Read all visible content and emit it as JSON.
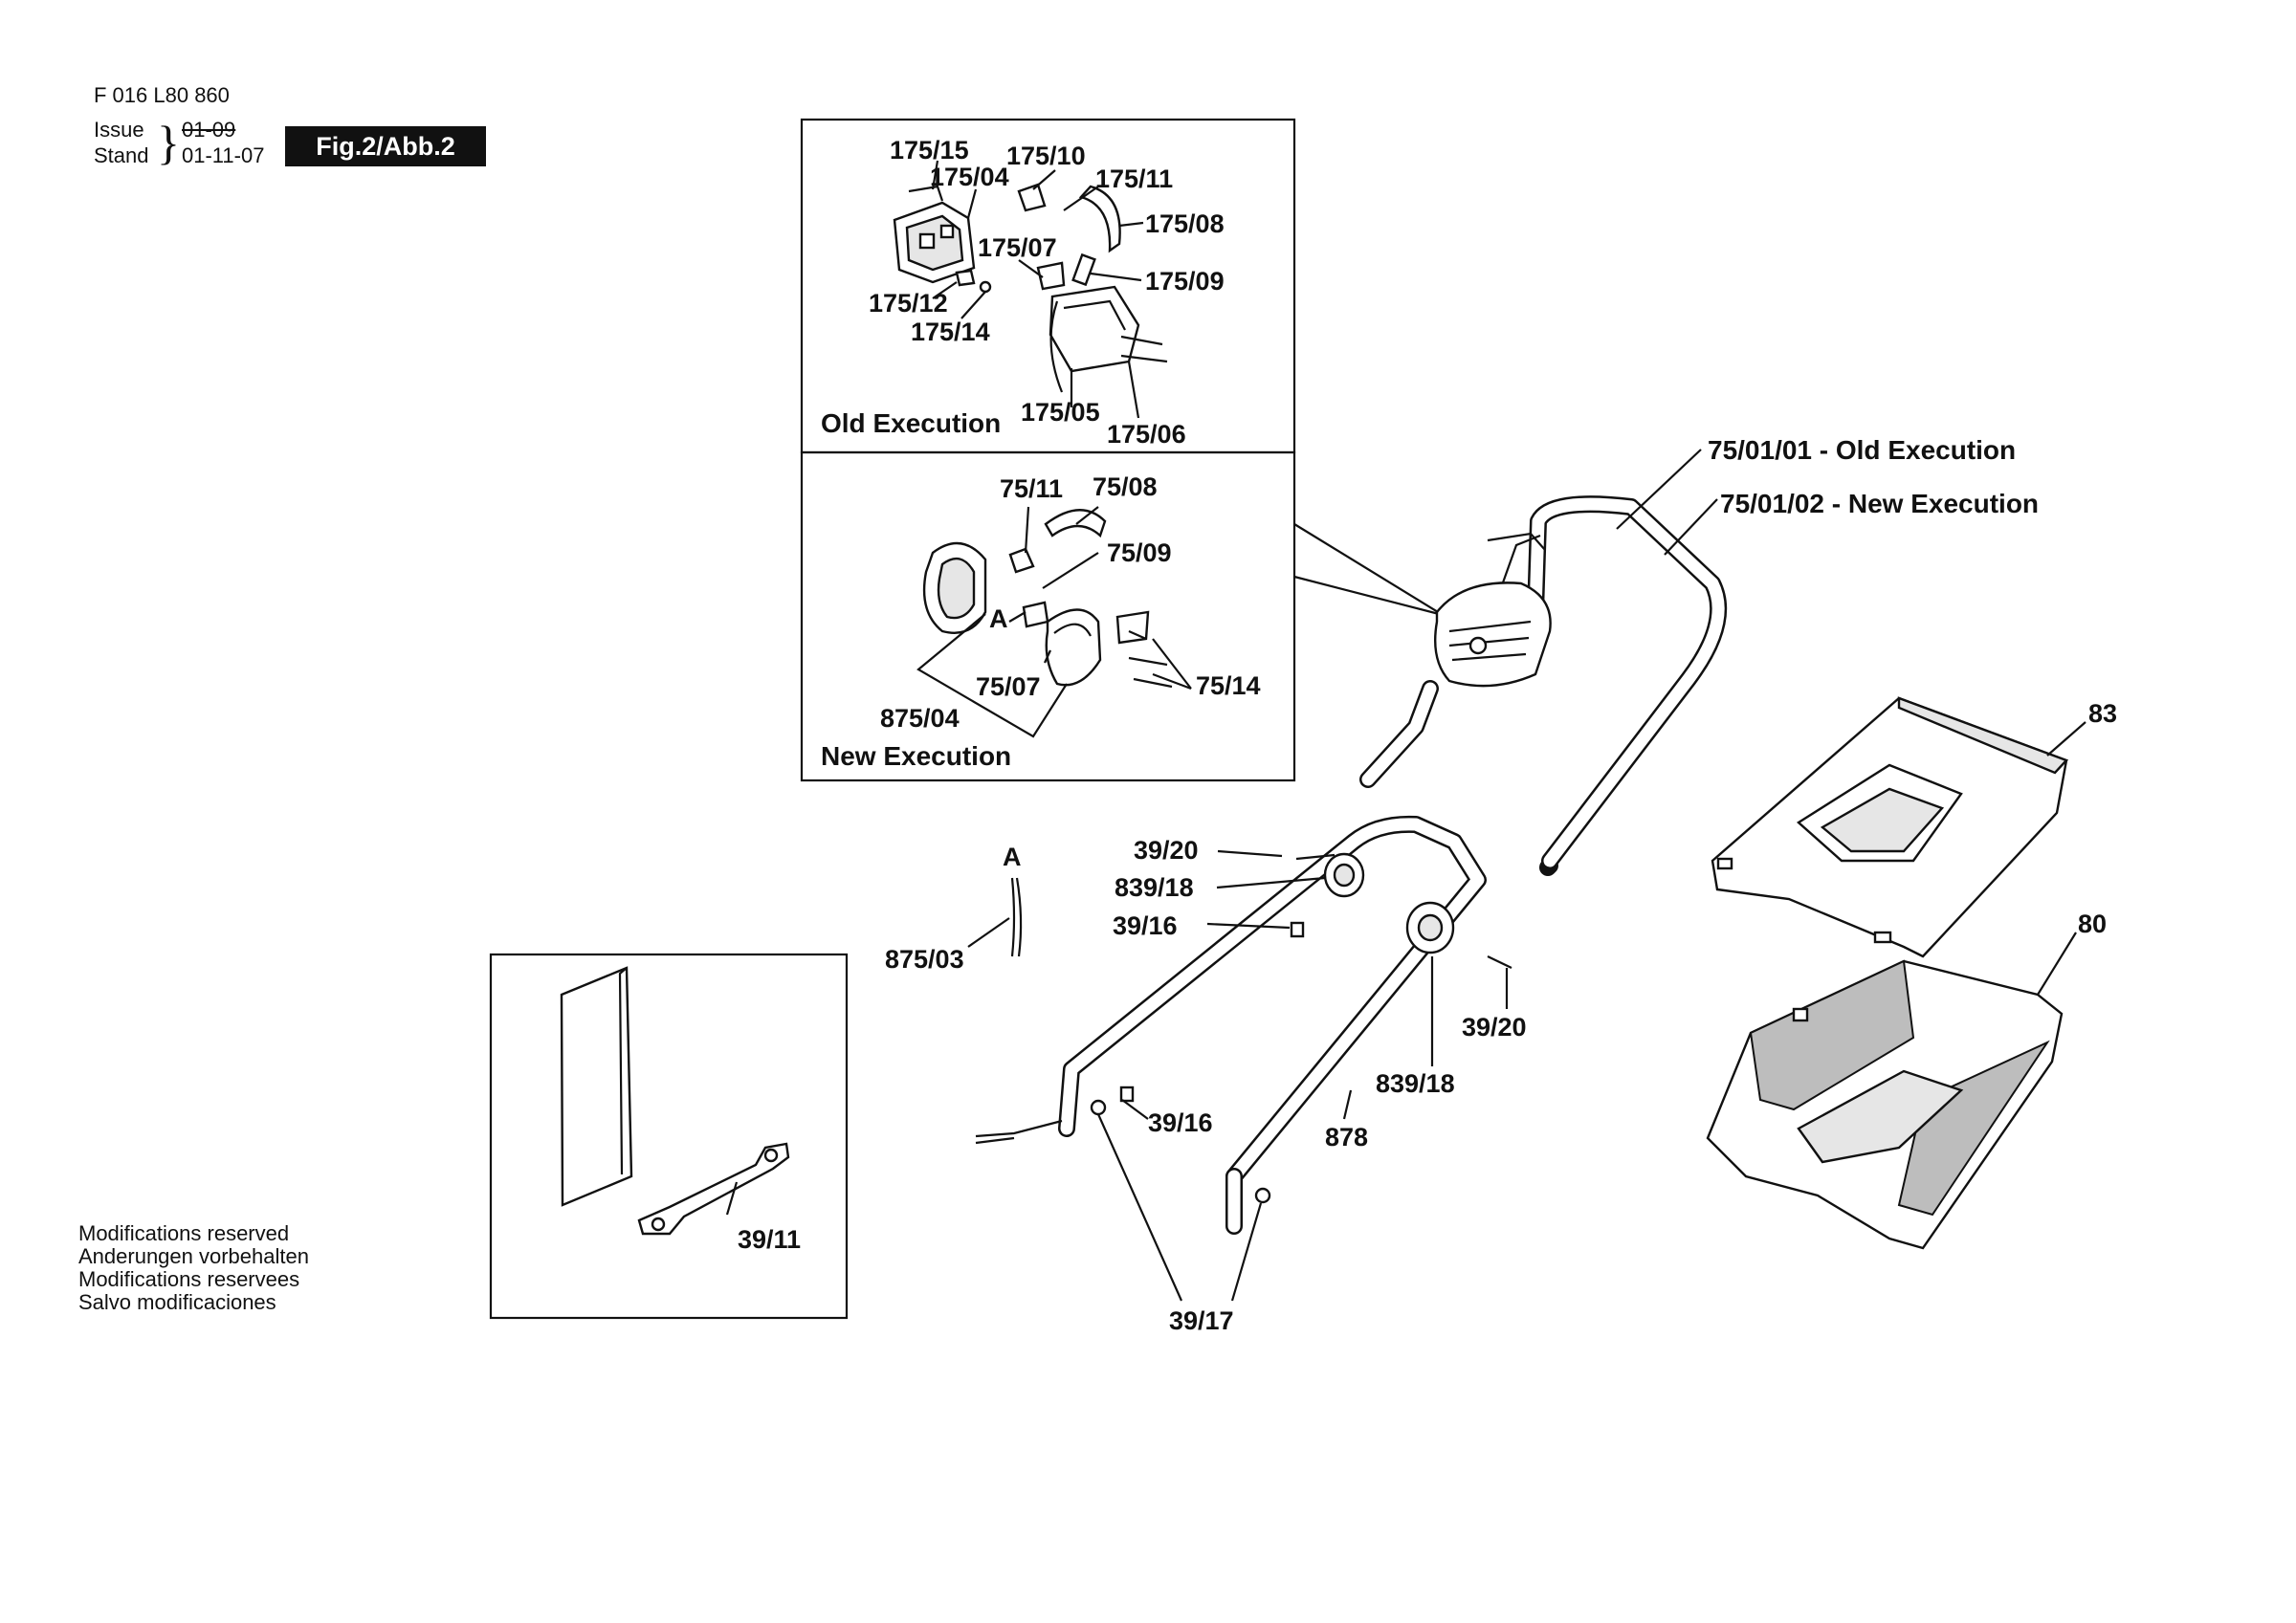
{
  "header": {
    "part_number": "F 016 L80 860",
    "issue_label": "Issue",
    "stand_label": "Stand",
    "issue_old": "01-09",
    "issue_date": "01-11-07",
    "brace": "}",
    "figure": "Fig.2/Abb.2"
  },
  "modifications": [
    "Modifications reserved",
    "Anderungen vorbehalten",
    "Modifications reservees",
    "Salvo modificaciones"
  ],
  "old_execution": {
    "title": "Old Execution",
    "labels": [
      "175/15",
      "175/10",
      "175/04",
      "175/11",
      "175/08",
      "175/07",
      "175/09",
      "175/12",
      "175/14",
      "175/05",
      "175/06"
    ]
  },
  "new_execution": {
    "title": "New Execution",
    "labels": [
      "75/11",
      "75/08",
      "75/09",
      "A",
      "75/07",
      "75/14",
      "875/04"
    ]
  },
  "main_labels": {
    "handle_old": "75/01/01 - Old Execution",
    "handle_new": "75/01/02 - New Execution",
    "cover": "83",
    "box": "80",
    "cable_marker": "A",
    "cable": "875/03",
    "screw_left": "39/20",
    "knob_left": "839/18",
    "clip_upper": "39/16",
    "screw_right": "39/20",
    "knob_right": "839/18",
    "clip_lower": "39/16",
    "lower_handle": "878",
    "bolts": "39/17",
    "spanner": "39/11"
  }
}
